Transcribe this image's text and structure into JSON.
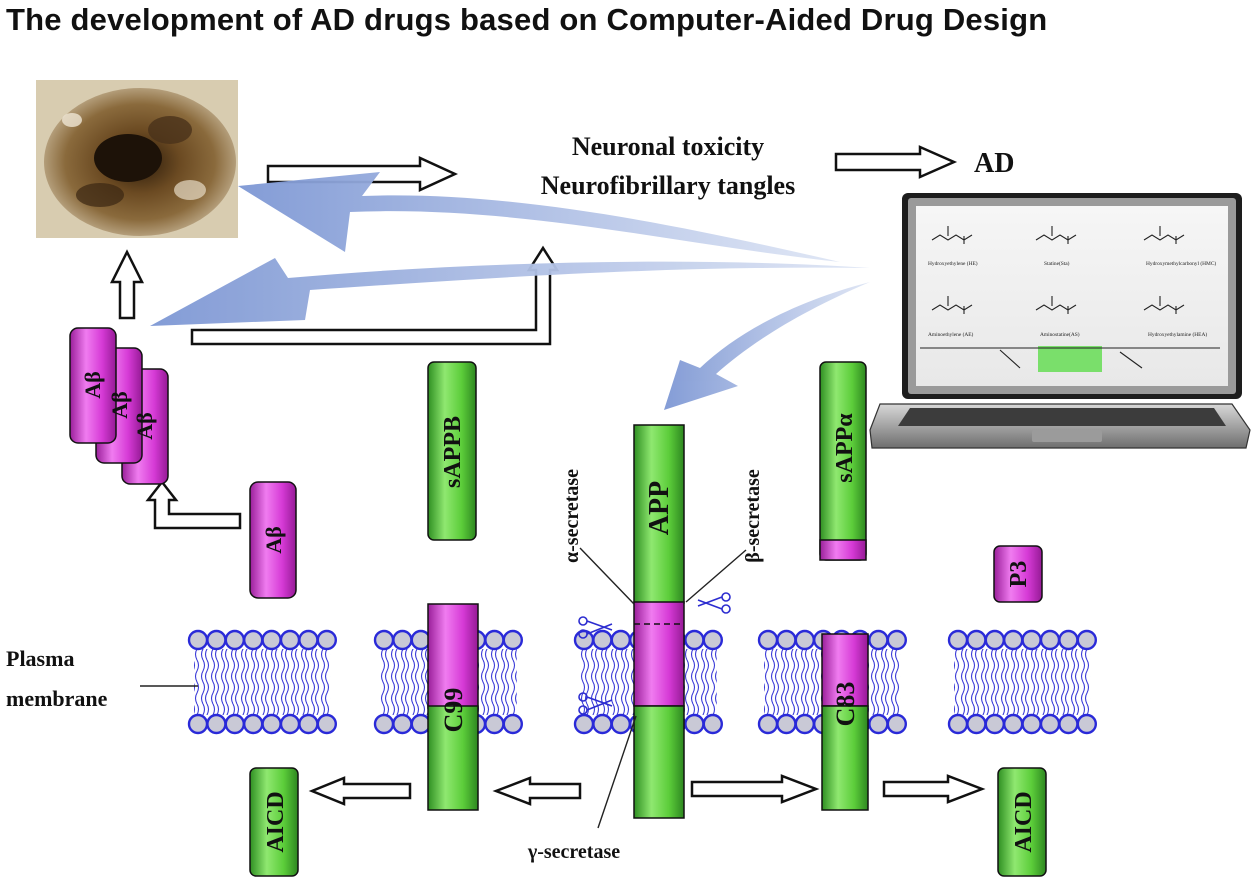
{
  "title": "The development of AD drugs based on Computer-Aided Drug Design",
  "labels": {
    "toxicity": "Neuronal toxicity",
    "tangles": "Neurofibrillary tangles",
    "ad": "AD",
    "plasma_line1": "Plasma",
    "plasma_line2": "membrane",
    "alpha_secretase": "α-secretase",
    "beta_secretase": "β-secretase",
    "gamma_secretase": "γ-secretase"
  },
  "proteins": {
    "app": "APP",
    "sappb": "sAPPB",
    "sappa": "sAPPα",
    "abeta": "Aβ",
    "c99": "C99",
    "c83": "C83",
    "p3": "P3",
    "aicd": "AICD"
  },
  "laptop": {
    "compound_names": [
      "Hydroxyethylene (HE)",
      "Statine(Sta)",
      "Hydroxymethylcarbonyl (HMC)",
      "Aminoethylene (AE)",
      "Aminostatine(AS)",
      "Hydroxyethylamine (HEA)"
    ]
  },
  "colors": {
    "green": "#5ecb3a",
    "magenta": "#d63ad6",
    "membrane_blue": "#2a2ad8",
    "arrow_blue": "#8fa6d8"
  }
}
